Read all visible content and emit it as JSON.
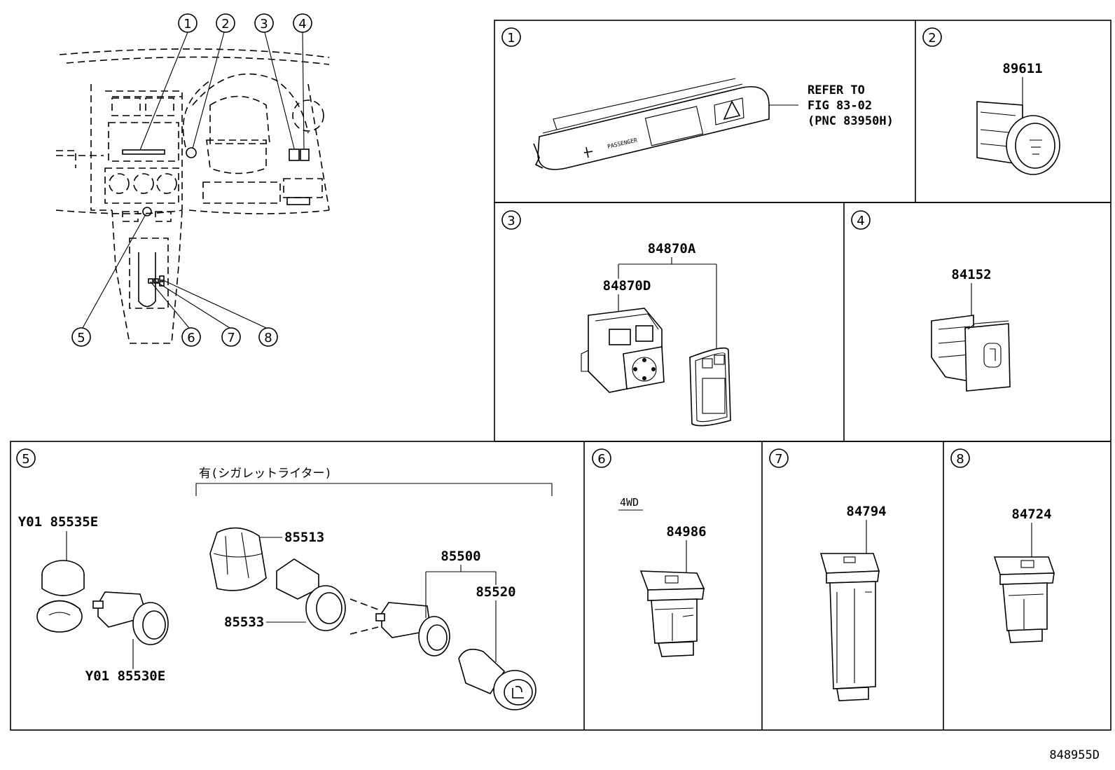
{
  "overview": {
    "callouts": [
      "1",
      "2",
      "3",
      "4",
      "5",
      "6",
      "7",
      "8"
    ]
  },
  "panels": {
    "p1": {
      "number": "1",
      "refer": [
        "REFER TO",
        "FIG 83-02",
        "(PNC 83950H)"
      ],
      "part_label": "PASSENGER"
    },
    "p2": {
      "number": "2",
      "part": "89611"
    },
    "p3": {
      "number": "3",
      "assembly": "84870A",
      "sub": "84870D"
    },
    "p4": {
      "number": "4",
      "part": "84152"
    },
    "p5": {
      "number": "5",
      "group_note": "有(シガレットライター)",
      "parts": {
        "a": "Y01 85535E",
        "b": "Y01 85530E",
        "c": "85513",
        "d": "85533",
        "e": "85500",
        "f": "85520"
      }
    },
    "p6": {
      "number": "6",
      "note": "4WD",
      "part": "84986"
    },
    "p7": {
      "number": "7",
      "part": "84794"
    },
    "p8": {
      "number": "8",
      "part": "84724"
    }
  },
  "figure_code": "848955D"
}
